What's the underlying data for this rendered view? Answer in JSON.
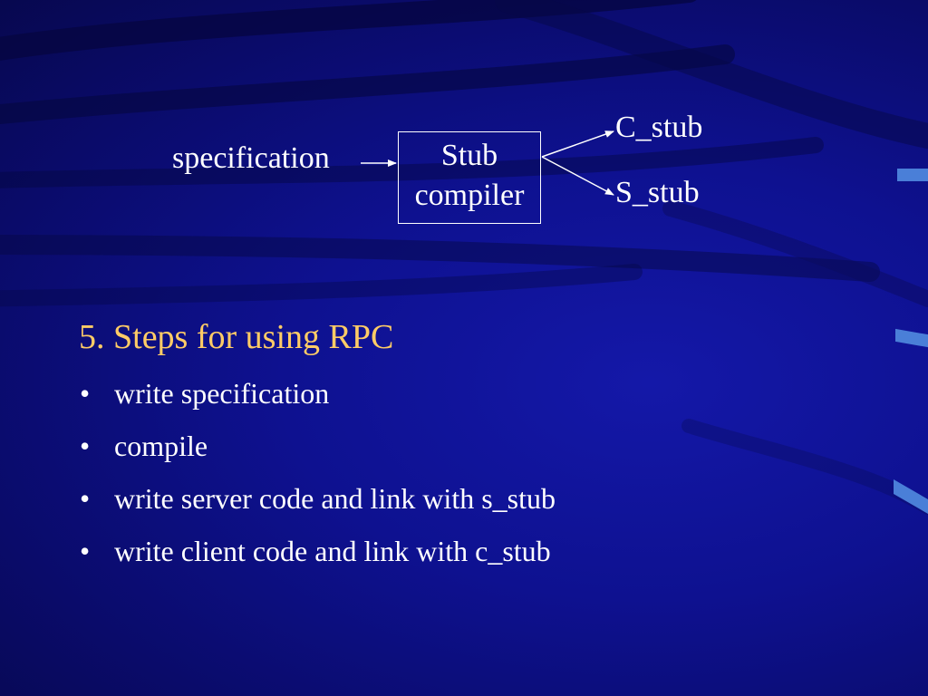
{
  "diagram": {
    "input_label": "specification",
    "compiler_label_line1": "Stub",
    "compiler_label_line2": "compiler",
    "output_top_label": "C_stub",
    "output_bottom_label": "S_stub"
  },
  "section": {
    "title": "5. Steps for using RPC",
    "bullets": [
      "write specification",
      "compile",
      "write server code and link with s_stub",
      "write client code and link with c_stub"
    ]
  },
  "colors": {
    "background": "#0b0c6e",
    "title": "#ffcc66",
    "text": "#ffffff",
    "accent": "#4a7fd8"
  }
}
